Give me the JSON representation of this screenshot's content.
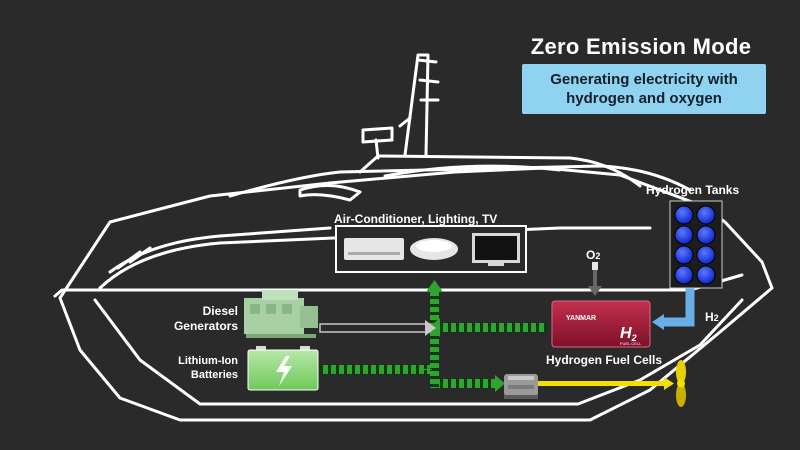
{
  "title": "Zero Emission Mode",
  "subtitle": [
    "Generating electricity with",
    "hydrogen and oxygen"
  ],
  "labels": {
    "appliances": "Air-Conditioner, Lighting, TV",
    "hydrogen_tanks": "Hydrogen Tanks",
    "diesel_line1": "Diesel",
    "diesel_line2": "Generators",
    "battery_line1": "Lithium-Ion",
    "battery_line2": "Batteries",
    "fuel_cells": "Hydrogen Fuel Cells",
    "o2_main": "O",
    "o2_sub": "2",
    "h2_main": "H",
    "h2_sub": "2"
  },
  "fuel_cell_brand": "YANMAR",
  "fuel_cell_logo_main": "H",
  "fuel_cell_logo_sub": "2",
  "fuel_cell_logo_caption": "FUEL CELL",
  "colors": {
    "background": "#2a2a2a",
    "subtitle_box": "#8fd3f0",
    "hull_outline": "#ffffff",
    "tank_blue": "#1a3cff",
    "fuel_cell_red": "#9e1b36",
    "energy_flow_green": "#2fa52f",
    "hydrogen_flow_blue": "#6aaee6",
    "propeller_yellow": "#f2e000"
  },
  "icons": [
    "air-conditioner-icon",
    "ceiling-light-icon",
    "tv-icon",
    "diesel-generator-icon",
    "battery-icon",
    "hydrogen-tank-icon",
    "fuel-cell-icon",
    "motor-icon",
    "propeller-icon"
  ]
}
